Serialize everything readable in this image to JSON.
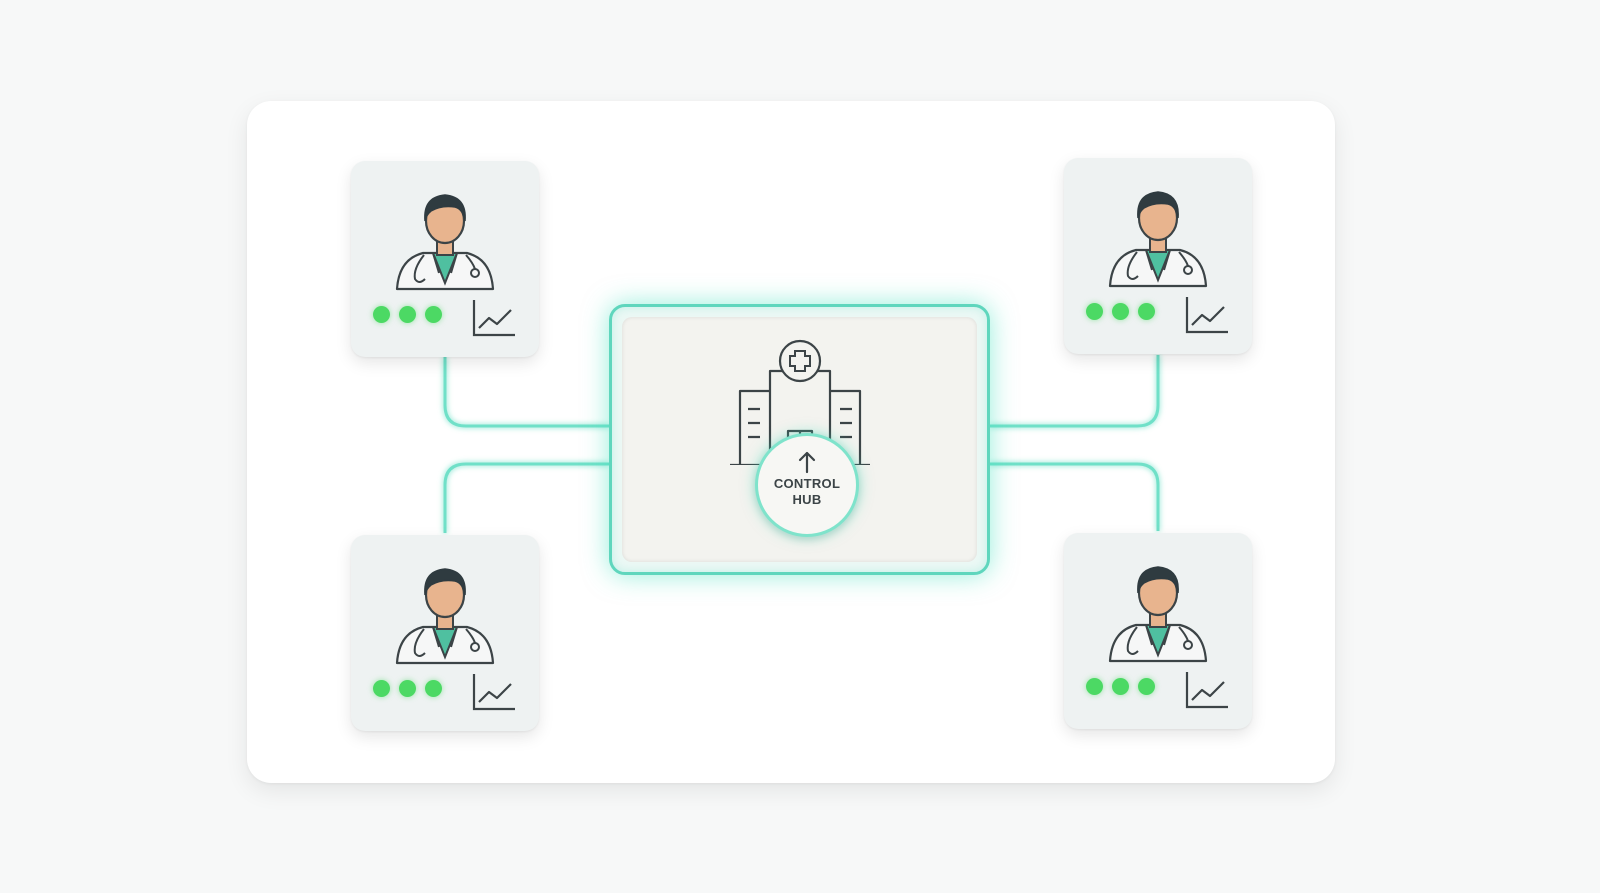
{
  "hub": {
    "label_line1": "CONTROL",
    "label_line2": "HUB",
    "icon": "hospital-building-icon"
  },
  "colors": {
    "accent": "#5fd6bd",
    "status_green": "#4cd964",
    "line": "#6fe0c8",
    "icon_stroke": "#3c4447",
    "skin": "#e8b48e",
    "scrubs": "#4fc0a0"
  },
  "nodes": [
    {
      "id": "top-left",
      "icon": "doctor-avatar-icon",
      "status_dots": 3,
      "chart_icon": "line-chart-icon"
    },
    {
      "id": "top-right",
      "icon": "doctor-avatar-icon",
      "status_dots": 3,
      "chart_icon": "line-chart-icon"
    },
    {
      "id": "bottom-left",
      "icon": "doctor-avatar-icon",
      "status_dots": 3,
      "chart_icon": "line-chart-icon"
    },
    {
      "id": "bottom-right",
      "icon": "doctor-avatar-icon",
      "status_dots": 3,
      "chart_icon": "line-chart-icon"
    }
  ]
}
